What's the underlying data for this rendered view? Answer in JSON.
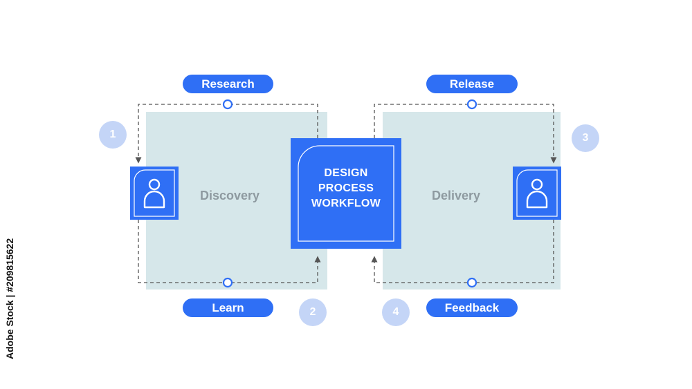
{
  "center": {
    "lines": [
      "DESIGN",
      "PROCESS",
      "WORKFLOW"
    ]
  },
  "panels": {
    "left": "Discovery",
    "right": "Delivery"
  },
  "pills": {
    "research": "Research",
    "release": "Release",
    "learn": "Learn",
    "feedback": "Feedback"
  },
  "badges": {
    "one": "1",
    "two": "2",
    "three": "3",
    "four": "4"
  },
  "icons": {
    "user_left": "user-icon",
    "user_right": "user-icon"
  },
  "colors": {
    "accent": "#2f6ff5",
    "panel": "#d6e7ea",
    "badge": "#c4d5f7",
    "line": "#555555"
  },
  "watermark": "Adobe Stock | #209815622"
}
